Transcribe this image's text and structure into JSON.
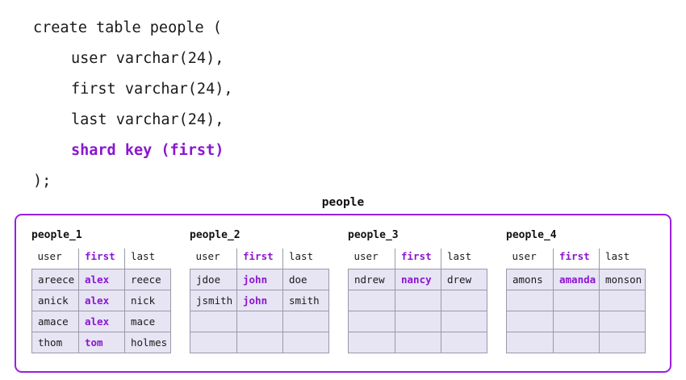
{
  "sql": {
    "lines": [
      {
        "text": "create table people (",
        "indent": false,
        "highlight": false
      },
      {
        "text": "user varchar(24),",
        "indent": true,
        "highlight": false
      },
      {
        "text": "first varchar(24),",
        "indent": true,
        "highlight": false
      },
      {
        "text": "last varchar(24),",
        "indent": true,
        "highlight": false
      },
      {
        "text": "shard key (first)",
        "indent": true,
        "highlight": true
      },
      {
        "text": ");",
        "indent": false,
        "highlight": false
      }
    ]
  },
  "diagram": {
    "title": "people",
    "accent_color": "#9b1fe0",
    "key_column_color": "#8a16cf",
    "cell_fill_color": "#e7e4f4",
    "cell_border_color": "#9a9aa8",
    "columns": [
      "user",
      "first",
      "last"
    ],
    "key_column": "first",
    "row_capacity": 4,
    "shards": [
      {
        "name": "people_1",
        "rows": [
          {
            "user": "areece",
            "first": "alex",
            "last": "reece"
          },
          {
            "user": "anick",
            "first": "alex",
            "last": "nick"
          },
          {
            "user": "amace",
            "first": "alex",
            "last": "mace"
          },
          {
            "user": "thom",
            "first": "tom",
            "last": "holmes"
          }
        ]
      },
      {
        "name": "people_2",
        "rows": [
          {
            "user": "jdoe",
            "first": "john",
            "last": "doe"
          },
          {
            "user": "jsmith",
            "first": "john",
            "last": "smith"
          },
          {
            "user": "",
            "first": "",
            "last": ""
          },
          {
            "user": "",
            "first": "",
            "last": ""
          }
        ]
      },
      {
        "name": "people_3",
        "rows": [
          {
            "user": "ndrew",
            "first": "nancy",
            "last": "drew"
          },
          {
            "user": "",
            "first": "",
            "last": ""
          },
          {
            "user": "",
            "first": "",
            "last": ""
          },
          {
            "user": "",
            "first": "",
            "last": ""
          }
        ]
      },
      {
        "name": "people_4",
        "rows": [
          {
            "user": "amons",
            "first": "amanda",
            "last": "monson"
          },
          {
            "user": "",
            "first": "",
            "last": ""
          },
          {
            "user": "",
            "first": "",
            "last": ""
          },
          {
            "user": "",
            "first": "",
            "last": ""
          }
        ]
      }
    ]
  }
}
